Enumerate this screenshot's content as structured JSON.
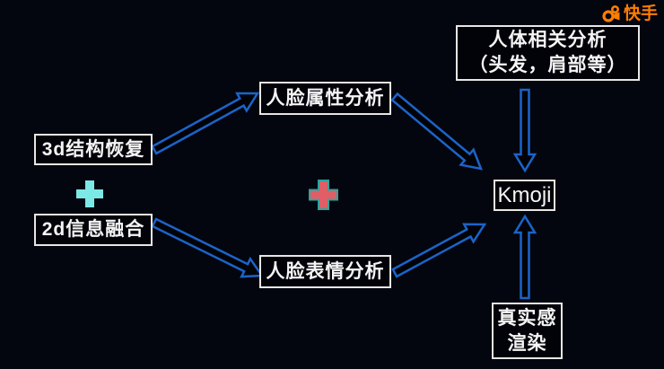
{
  "brand": {
    "logo_text": "快手",
    "logo_color": "#ff7d00"
  },
  "diagram": {
    "nodes": {
      "body_analysis": {
        "line1": "人体相关分析",
        "line2": "（头发，肩部等）"
      },
      "face_attr": {
        "label": "人脸属性分析"
      },
      "recon_3d": {
        "label": "3d结构恢复"
      },
      "fusion_2d": {
        "label": "2d信息融合"
      },
      "face_expr": {
        "label": "人脸表情分析"
      },
      "kmoji": {
        "label": "Kmoji"
      },
      "render": {
        "line1": "真实感",
        "line2": "渲染"
      }
    },
    "operators": {
      "plus_left": "+",
      "plus_mid": "+"
    },
    "edges": [
      {
        "from": "recon_3d",
        "to": "face_attr"
      },
      {
        "from": "fusion_2d",
        "to": "face_expr"
      },
      {
        "from": "face_attr",
        "to": "kmoji"
      },
      {
        "from": "face_expr",
        "to": "kmoji"
      },
      {
        "from": "body_analysis",
        "to": "kmoji"
      },
      {
        "from": "render",
        "to": "kmoji"
      }
    ],
    "colors": {
      "background": "#04060f",
      "arrow": "#1b64c8",
      "box_border": "#e6e6e6",
      "plus_cyan": "#7ce9e6",
      "plus_cyan_border": "#4fd0cd",
      "plus_red": "#e05f66",
      "plus_red_border": "#2fa39d"
    },
    "icons": {
      "logo_icon": "kuaishou-camera-icon"
    }
  }
}
